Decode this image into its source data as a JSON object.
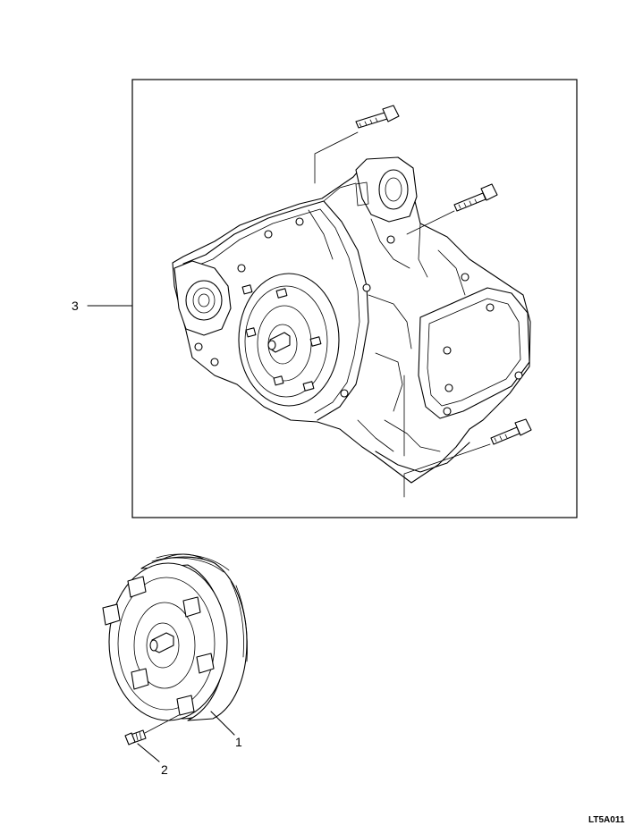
{
  "callouts": {
    "transmission_assembly": "3",
    "torque_converter": "1",
    "bolt": "2"
  },
  "drawing_code": "LT5A011",
  "colors": {
    "line": "#000000",
    "background": "#ffffff"
  }
}
